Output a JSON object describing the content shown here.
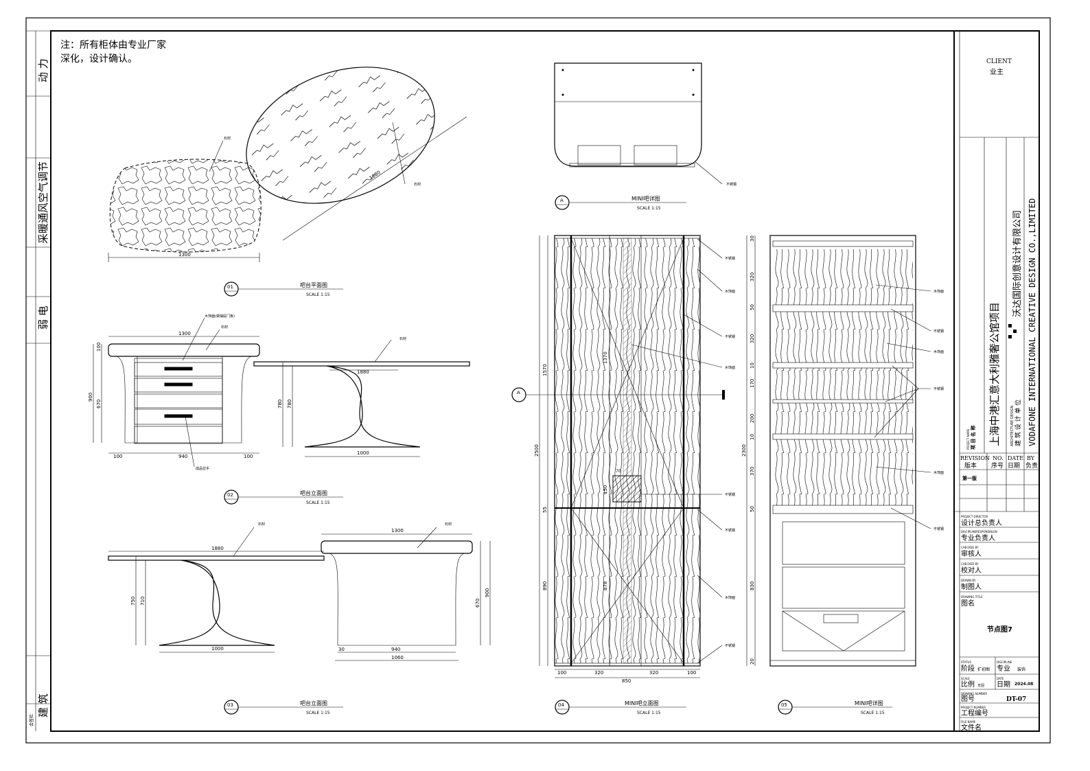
{
  "note": {
    "line1": "注：所有柜体由专业厂家",
    "line2": "深化，设计确认。"
  },
  "left_strip": {
    "dongli": "动 力",
    "hvac": "采暖通风空气调节",
    "ruodian": "弱 电",
    "jianzhu": "建 筑",
    "huiqian": "会签栏"
  },
  "drawings": [
    {
      "number": "01",
      "title": "吧台平面图",
      "scale": "SCALE 1:15"
    },
    {
      "number": "02",
      "title": "吧台立面图",
      "scale": "SCALE 1:15"
    },
    {
      "number": "03",
      "title": "吧台立面图",
      "scale": "SCALE 1:15"
    },
    {
      "number": "A",
      "title": "MINI吧详图",
      "scale": "SCALE 1:15"
    },
    {
      "number": "04",
      "title": "MINI吧立面图",
      "scale": "SCALE 1:15"
    },
    {
      "number": "05",
      "title": "MINI吧详图",
      "scale": "SCALE 1:15"
    }
  ],
  "dims": {
    "d1300": "1300",
    "d1880": "1880",
    "d100": "100",
    "d900": "900",
    "d670": "670",
    "d940": "940",
    "d1000": "1000",
    "d780": "780",
    "d750": "750",
    "d710": "710",
    "d1060": "1060",
    "d1570": "1570",
    "d2500": "2500",
    "d890": "890",
    "d878": "878",
    "d1370": "1370",
    "d320": "320",
    "d850": "850",
    "d2300": "2300",
    "d50": "50",
    "d200": "200",
    "d170": "170",
    "d370": "370",
    "d10": "10",
    "d20": "20",
    "d30": "30",
    "d55": "55",
    "d70": "70",
    "d150": "150",
    "d830": "830"
  },
  "materials": {
    "stone": "石材",
    "wood": "木饰面",
    "wood_drawer": "木饰面(做抽屉门板)",
    "steel": "不锈钢",
    "handle": "成品拉手"
  },
  "title_block": {
    "client_en": "CLIENT",
    "client_cn": "业主",
    "project_label_en": "PROJECT NAME",
    "project_label_cn": "项 目 名 称",
    "project_name": "上海中港汇意大利雅奢公馆项目",
    "arch_label_en": "ARCHITECTURE DESIGN",
    "arch_label_cn": "建 筑 设 计 单 位",
    "company_cn": "沃达国际创意设计有限公司",
    "company_en": "VODAFONE INTERNATIONAL CREATIVE DESIGN CO.,LIMITED",
    "revision_en": "REVISION",
    "revision_cn": "版本",
    "no_en": "NO.",
    "no_cn": "序号",
    "date_en": "DATE",
    "date_cn": "日期",
    "by_en": "BY",
    "by_cn": "负责",
    "first_rev": "第一版",
    "director_en": "PROJECT DIRECTOR",
    "director_cn": "设计总负责人",
    "discipline_en": "DISCIPLINERESPONSIBLEN",
    "discipline_cn": "专业负责人",
    "checked_en": "CHECKED BY",
    "checked_cn": "审核人",
    "checkedby_en": "CHECKED BY",
    "checkedby_cn": "校对人",
    "drawn_en": "DRAWN BY",
    "drawn_cn": "制图人",
    "title_en": "DRAWING TITLE",
    "title_cn": "图名",
    "drawing_title": "节点图7",
    "status_en": "STATUS",
    "status_cn": "阶段",
    "status_val": "扩初图",
    "disc_en": "DISCIPLINE",
    "disc_cn": "专业",
    "disc_val": "装饰",
    "scale_en": "SCALE",
    "scale_cn": "比例",
    "scale_val": "无固",
    "date2_en": "DATE",
    "date2_cn": "日期",
    "date2_val": "2024.08",
    "dwgno_en": "DRAWING NUMBER",
    "dwgno_cn": "图号",
    "dwgno_val": "DT-07",
    "projno_en": "PROJECT NUMBER",
    "projno_cn": "工程编号",
    "file_en": "FILE NAME",
    "file_cn": "文件名"
  }
}
